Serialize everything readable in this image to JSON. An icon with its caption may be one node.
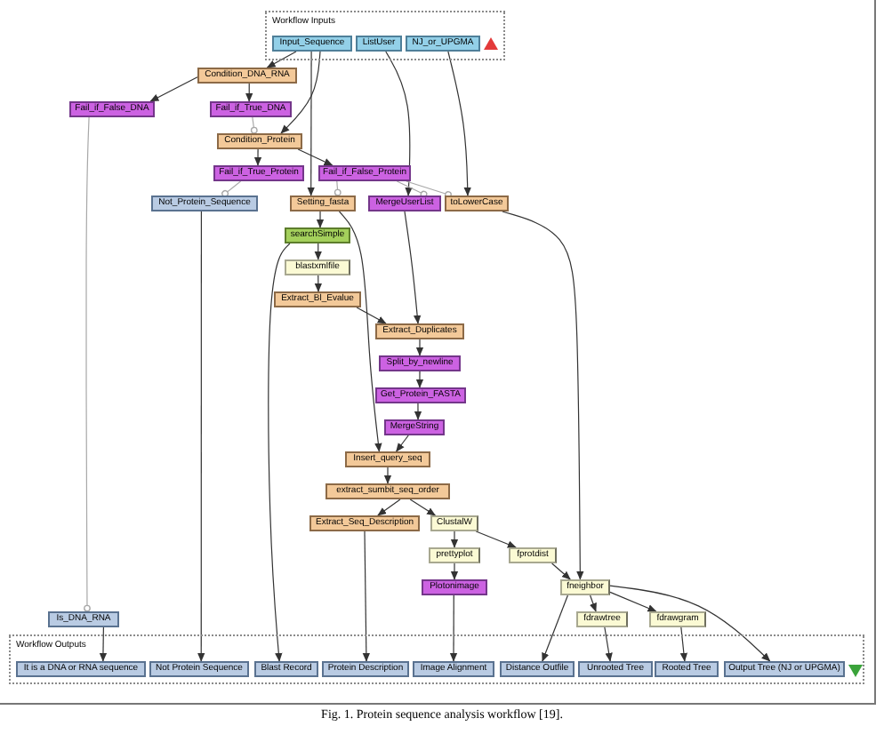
{
  "diagram": {
    "caption": "Fig. 1. Protein sequence analysis workflow [19].",
    "nodes": [
      {
        "text": [
          "Workflow Inputs"
        ]
      },
      {
        "text": [
          "Input_Sequence"
        ],
        "in": 0
      },
      {
        "text": [
          "ListUser"
        ],
        "in": 0
      },
      {
        "text": [
          "NJ_or_UPGMA"
        ],
        "in": 0
      },
      {
        "text": [
          "Condition_DNA_RNA"
        ]
      },
      {
        "text": [
          "Fail_if_False_DNA"
        ]
      },
      {
        "text": [
          "Fail_if_True_DNA"
        ]
      },
      {
        "text": [
          "Condition_Protein"
        ]
      },
      {
        "text": [
          "Fail_if_True_Protein"
        ]
      },
      {
        "text": [
          "Fail_if_False_Protein"
        ]
      },
      {
        "text": [
          "Not_Protein_Sequence"
        ]
      },
      {
        "text": [
          "Setting_fasta"
        ]
      },
      {
        "text": [
          "MergeUserList"
        ]
      },
      {
        "text": [
          "toLowerCase"
        ]
      },
      {
        "text": [
          "searchSimple"
        ]
      },
      {
        "text": [
          "blastxmlfile"
        ]
      },
      {
        "text": [
          "Extract_Bl_Evalue"
        ]
      },
      {
        "text": [
          "Extract_Duplicates"
        ]
      },
      {
        "text": [
          "Split_by_newline"
        ]
      },
      {
        "text": [
          "Get_Protein_FASTA"
        ]
      },
      {
        "text": [
          "MergeString"
        ]
      },
      {
        "text": [
          "Insert_query_seq"
        ]
      },
      {
        "text": [
          "extract_sumbit_seq_order"
        ]
      },
      {
        "text": [
          "Extract_Seq_Description"
        ]
      },
      {
        "text": [
          "ClustalW"
        ]
      },
      {
        "text": [
          "prettyplot"
        ]
      },
      {
        "text": [
          "fprotdist"
        ]
      },
      {
        "text": [
          "Plotonimage"
        ]
      },
      {
        "text": [
          "fneighbor"
        ]
      },
      {
        "text": [
          "Is_DNA_RNA"
        ]
      },
      {
        "text": [
          "fdrawtree"
        ]
      },
      {
        "text": [
          "fdrawgram"
        ]
      },
      {
        "text": [
          "Workflow Outputs"
        ]
      },
      {
        "text": [
          "It is a DNA or RNA sequence"
        ],
        "in": 32
      },
      {
        "text": [
          "Not Protein Sequence"
        ],
        "in": 32
      },
      {
        "text": [
          "Blast Record"
        ],
        "in": 32
      },
      {
        "text": [
          "Protein Description"
        ],
        "in": 32
      },
      {
        "text": [
          "Image Alignment"
        ],
        "in": 32
      },
      {
        "text": [
          "Distance Outfile"
        ],
        "in": 32
      },
      {
        "text": [
          "Unrooted Tree"
        ],
        "in": 32
      },
      {
        "text": [
          "Rooted Tree"
        ],
        "in": 32
      },
      {
        "text": [
          "Output Tree (NJ or UPGMA)"
        ],
        "in": 32
      }
    ],
    "edges": [
      {
        "from": 1,
        "to": 4,
        "arrow": "to"
      },
      {
        "from": 4,
        "to": 5,
        "arrow": "to"
      },
      {
        "from": 4,
        "to": 6,
        "arrow": "to"
      },
      {
        "from": 1,
        "to": 7,
        "arrow": "to"
      },
      {
        "from": 6,
        "to": 7,
        "arrow": "other",
        "color": "#a8a8a8"
      },
      {
        "from": 7,
        "to": 8,
        "arrow": "to"
      },
      {
        "from": 7,
        "to": 9,
        "arrow": "to"
      },
      {
        "from": 1,
        "to": 11,
        "arrow": "to"
      },
      {
        "from": 2,
        "to": 12,
        "arrow": "to"
      },
      {
        "from": 3,
        "to": 13,
        "arrow": "to"
      },
      {
        "from": 5,
        "to": 29,
        "arrow": "other",
        "color": "#a8a8a8"
      },
      {
        "from": 8,
        "to": 10,
        "arrow": "other",
        "color": "#a8a8a8"
      },
      {
        "from": 9,
        "to": 11,
        "arrow": "other",
        "color": "#a8a8a8"
      },
      {
        "from": 9,
        "to": 12,
        "arrow": "other",
        "color": "#a8a8a8"
      },
      {
        "from": 9,
        "to": 13,
        "arrow": "other",
        "color": "#a8a8a8"
      },
      {
        "from": 11,
        "to": 14,
        "arrow": "to"
      },
      {
        "from": 14,
        "to": 15,
        "arrow": "to"
      },
      {
        "from": 15,
        "to": 16,
        "arrow": "to"
      },
      {
        "from": 16,
        "to": 17,
        "arrow": "to"
      },
      {
        "from": 12,
        "to": 17,
        "arrow": "to"
      },
      {
        "from": 17,
        "to": 18,
        "arrow": "to"
      },
      {
        "from": 18,
        "to": 19,
        "arrow": "to"
      },
      {
        "from": 19,
        "to": 20,
        "arrow": "to"
      },
      {
        "from": 20,
        "to": 21,
        "arrow": "to"
      },
      {
        "from": 11,
        "to": 21,
        "arrow": "to"
      },
      {
        "from": 21,
        "to": 22,
        "arrow": "to"
      },
      {
        "from": 22,
        "to": 23,
        "arrow": "to"
      },
      {
        "from": 22,
        "to": 24,
        "arrow": "to"
      },
      {
        "from": 24,
        "to": 25,
        "arrow": "to"
      },
      {
        "from": 24,
        "to": 26,
        "arrow": "to"
      },
      {
        "from": 25,
        "to": 27,
        "arrow": "to"
      },
      {
        "from": 27,
        "to": 37,
        "arrow": "to"
      },
      {
        "from": 26,
        "to": 28,
        "arrow": "to"
      },
      {
        "from": 13,
        "to": 28,
        "arrow": "to"
      },
      {
        "from": 28,
        "to": 30,
        "arrow": "to"
      },
      {
        "from": 28,
        "to": 31,
        "arrow": "to"
      },
      {
        "from": 28,
        "to": 41,
        "arrow": "to"
      },
      {
        "from": 28,
        "to": 38,
        "arrow": "to"
      },
      {
        "from": 30,
        "to": 39,
        "arrow": "to"
      },
      {
        "from": 31,
        "to": 40,
        "arrow": "to"
      },
      {
        "from": 23,
        "to": 36,
        "arrow": "to"
      },
      {
        "from": 14,
        "to": 35,
        "arrow": "to"
      },
      {
        "from": 10,
        "to": 34,
        "arrow": "to"
      },
      {
        "from": 29,
        "to": 33,
        "arrow": "to"
      }
    ]
  }
}
